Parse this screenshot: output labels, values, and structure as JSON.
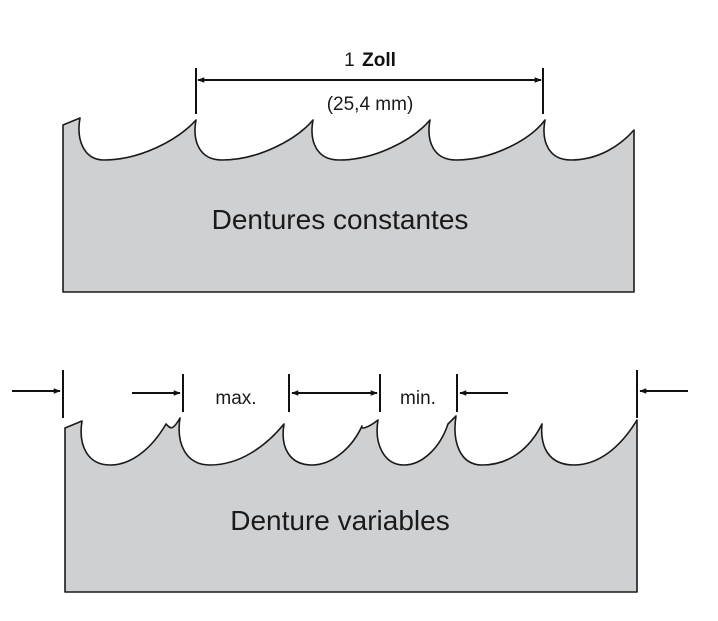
{
  "top_diagram": {
    "measure_number": "1",
    "measure_unit": "Zoll",
    "measure_metric": "(25,4 mm)",
    "title": "Dentures constantes"
  },
  "bottom_diagram": {
    "max_label": "max.",
    "min_label": "min.",
    "title": "Denture variables"
  },
  "colors": {
    "blade_fill": "#cfd0d2",
    "outline": "#1a1a1a"
  }
}
